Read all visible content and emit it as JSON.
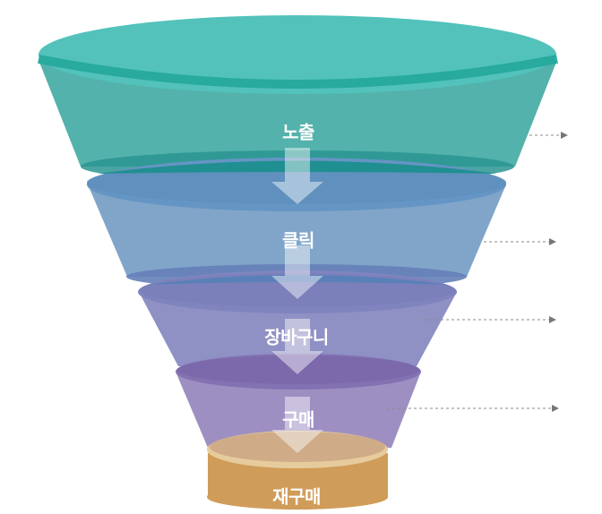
{
  "stages": [
    {
      "label": "노출",
      "color": "#3fb3ab"
    },
    {
      "label": "클릭",
      "color": "#6f9ec8"
    },
    {
      "label": "장바구니",
      "color": "#8c89c2"
    },
    {
      "label": "구매",
      "color": "#9c84be"
    },
    {
      "label": "재구매",
      "color": "#d1a265"
    }
  ],
  "connectors": 4
}
